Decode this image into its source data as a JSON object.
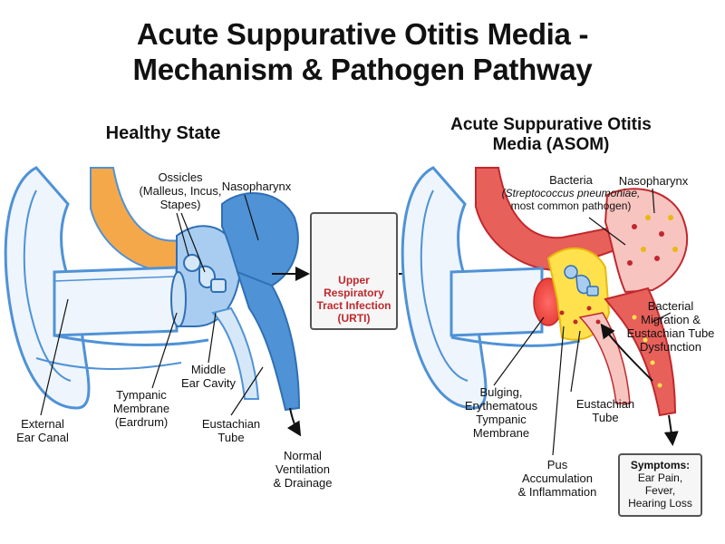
{
  "title": {
    "line1": "Acute Suppurative Otitis Media -",
    "line2": "Mechanism & Pathogen Pathway"
  },
  "healthy": {
    "heading": "Healthy State",
    "labels": {
      "ossicles": [
        "Ossicles",
        "(Malleus, Incus,",
        "Stapes)"
      ],
      "nasopharynx": [
        "Nasopharynx"
      ],
      "middle_ear": [
        "Middle",
        "Ear Cavity"
      ],
      "tympanic": [
        "Tympanic",
        "Membrane",
        "(Eardrum)"
      ],
      "external_canal": [
        "External",
        "Ear Canal"
      ],
      "eustachian": [
        "Eustachian",
        "Tube"
      ],
      "outcome": [
        "Normal",
        "Ventilation",
        "& Drainage"
      ]
    }
  },
  "urti": {
    "icon": "nose-infection-icon",
    "lines": [
      "Upper",
      "Respiratory",
      "Tract Infection",
      "(URTI)"
    ]
  },
  "asom": {
    "heading": [
      "Acute Suppurative Otitis",
      "Media (ASOM)"
    ],
    "labels": {
      "bacteria": [
        "Bacteria",
        "(Streptococcus pneumoniae,",
        "most common pathogen)"
      ],
      "nasopharynx": [
        "Nasopharynx"
      ],
      "migration": [
        "Bacterial",
        "Migration &",
        "Eustachian Tube",
        "Dysfunction"
      ],
      "bulging": [
        "Bulging,",
        "Erythematous",
        "Tympanic",
        "Membrane"
      ],
      "eustachian": [
        "Eustachian",
        "Tube"
      ],
      "pus": [
        "Pus",
        "Accumulation",
        "& Inflammation"
      ]
    },
    "symptoms": {
      "heading": "Symptoms:",
      "lines": [
        "Ear Pain,",
        "Fever,",
        "Hearing Loss"
      ]
    }
  },
  "colors": {
    "healthy_blue": "#4f92d6",
    "healthy_light": "#d6e8f8",
    "bone": "#f5a84a",
    "infected_red": "#e8605a",
    "infected_light": "#f7c4c0",
    "pus_yellow": "#ffe14d",
    "urti_text": "#c0282d"
  }
}
